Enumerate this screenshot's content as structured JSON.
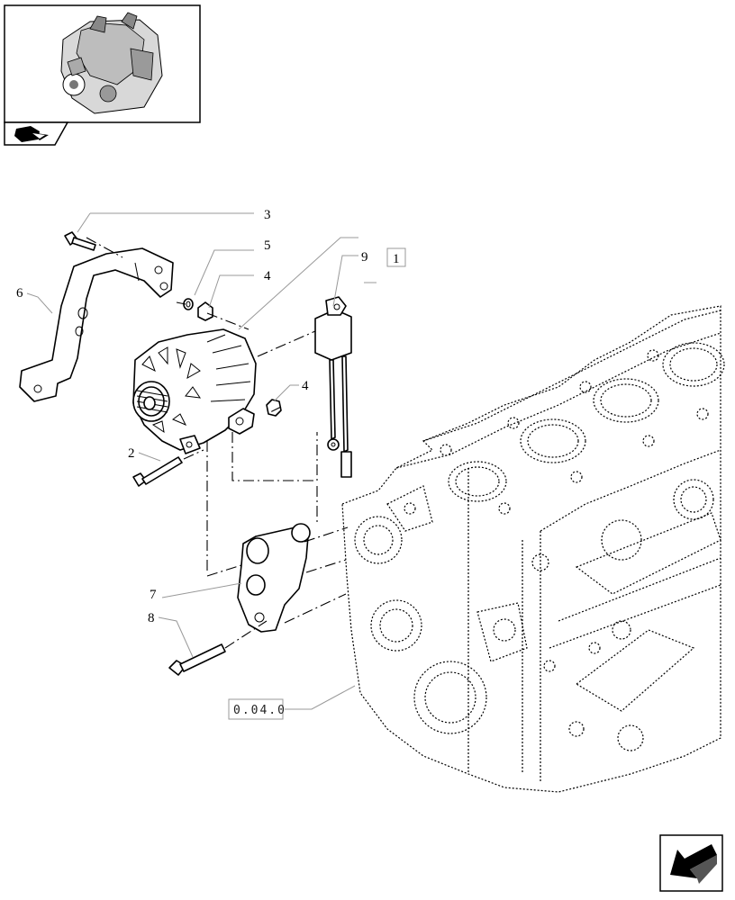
{
  "callouts": {
    "c2": "2",
    "c3": "3",
    "c4a": "4",
    "c4b": "4",
    "c5": "5",
    "c6": "6",
    "c7": "7",
    "c8": "8",
    "c9": "9",
    "kit_ref": "1",
    "block_ref": "0.04.0"
  },
  "icons": {
    "thumbnail": "engine-thumbnail",
    "tab": "book-arrow-icon",
    "nav": "next-page-arrow-icon"
  }
}
